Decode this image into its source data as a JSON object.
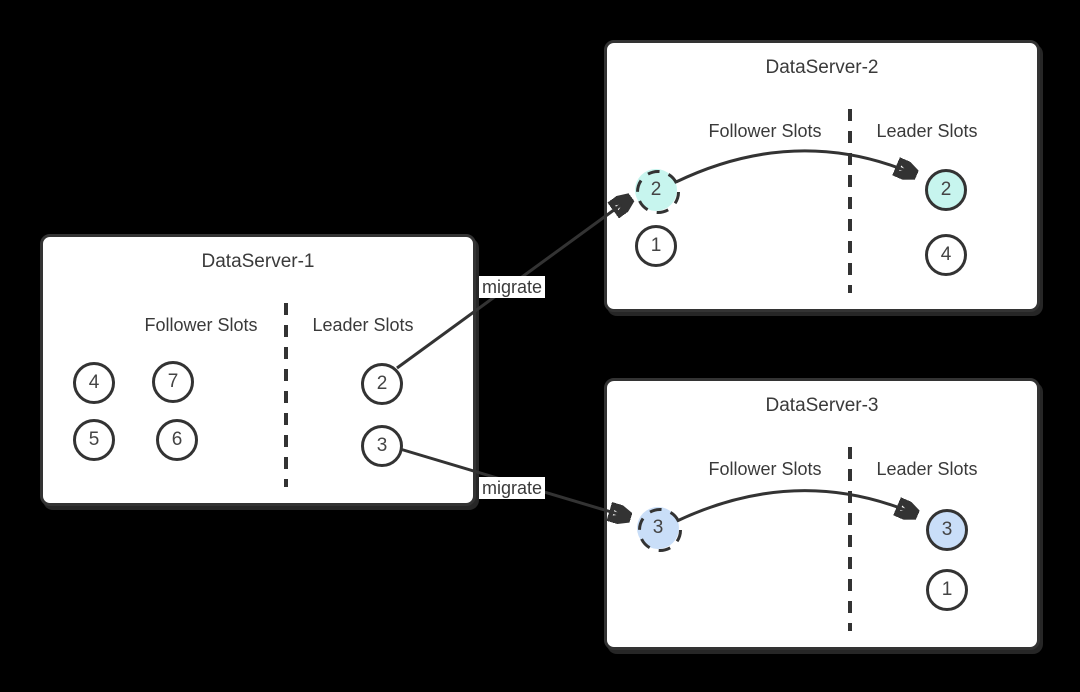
{
  "canvas": {
    "background": "#000000",
    "box_background": "#ffffff",
    "ink": "#333333"
  },
  "colors": {
    "cyan_slot": "#c7f5ee",
    "blue_slot": "#c9def8",
    "white_slot": "#ffffff"
  },
  "servers": [
    {
      "title": "DataServer-1",
      "follower_label": "Follower Slots",
      "leader_label": "Leader Slots",
      "follower_slots": [
        {
          "n": "4"
        },
        {
          "n": "7"
        },
        {
          "n": "5"
        },
        {
          "n": "6"
        }
      ],
      "leader_slots": [
        {
          "n": "2"
        },
        {
          "n": "3"
        }
      ]
    },
    {
      "title": "DataServer-2",
      "follower_label": "Follower Slots",
      "leader_label": "Leader Slots",
      "follower_slots": [
        {
          "n": "2",
          "fill": "#c7f5ee",
          "dashed": true
        },
        {
          "n": "1"
        }
      ],
      "leader_slots": [
        {
          "n": "2",
          "fill": "#c7f5ee"
        },
        {
          "n": "4"
        }
      ]
    },
    {
      "title": "DataServer-3",
      "follower_label": "Follower Slots",
      "leader_label": "Leader Slots",
      "follower_slots": [
        {
          "n": "3",
          "fill": "#c9def8",
          "dashed": true
        }
      ],
      "leader_slots": [
        {
          "n": "3",
          "fill": "#c9def8"
        },
        {
          "n": "1"
        }
      ]
    }
  ],
  "migrations": [
    {
      "label": "migrate"
    },
    {
      "label": "migrate"
    }
  ]
}
